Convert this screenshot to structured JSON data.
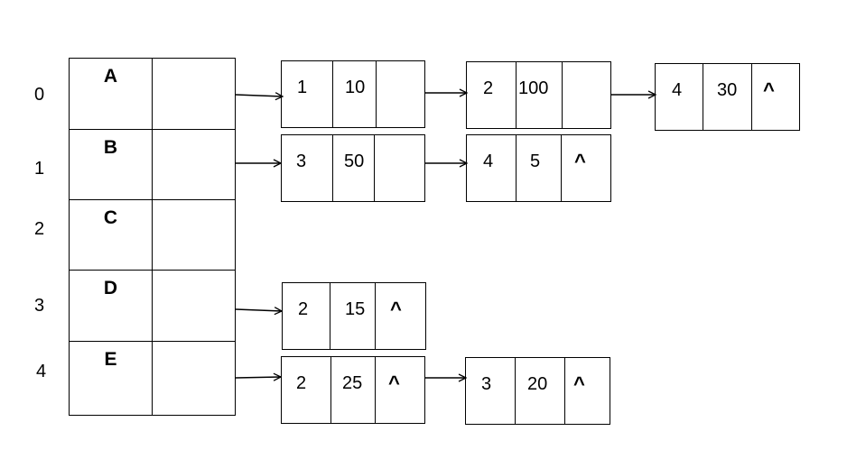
{
  "index_labels": [
    "0",
    "1",
    "2",
    "3",
    "4"
  ],
  "heads": [
    "A",
    "B",
    "C",
    "D",
    "E"
  ],
  "lists": [
    [
      [
        "1",
        "10",
        ""
      ],
      [
        "2",
        "100",
        ""
      ],
      [
        "4",
        "30",
        "^"
      ]
    ],
    [
      [
        "3",
        "50",
        ""
      ],
      [
        "4",
        "5",
        "^"
      ]
    ],
    [],
    [
      [
        "2",
        "15",
        "^"
      ]
    ],
    [
      [
        "2",
        "25",
        "^"
      ],
      [
        "3",
        "20",
        "^"
      ]
    ]
  ]
}
